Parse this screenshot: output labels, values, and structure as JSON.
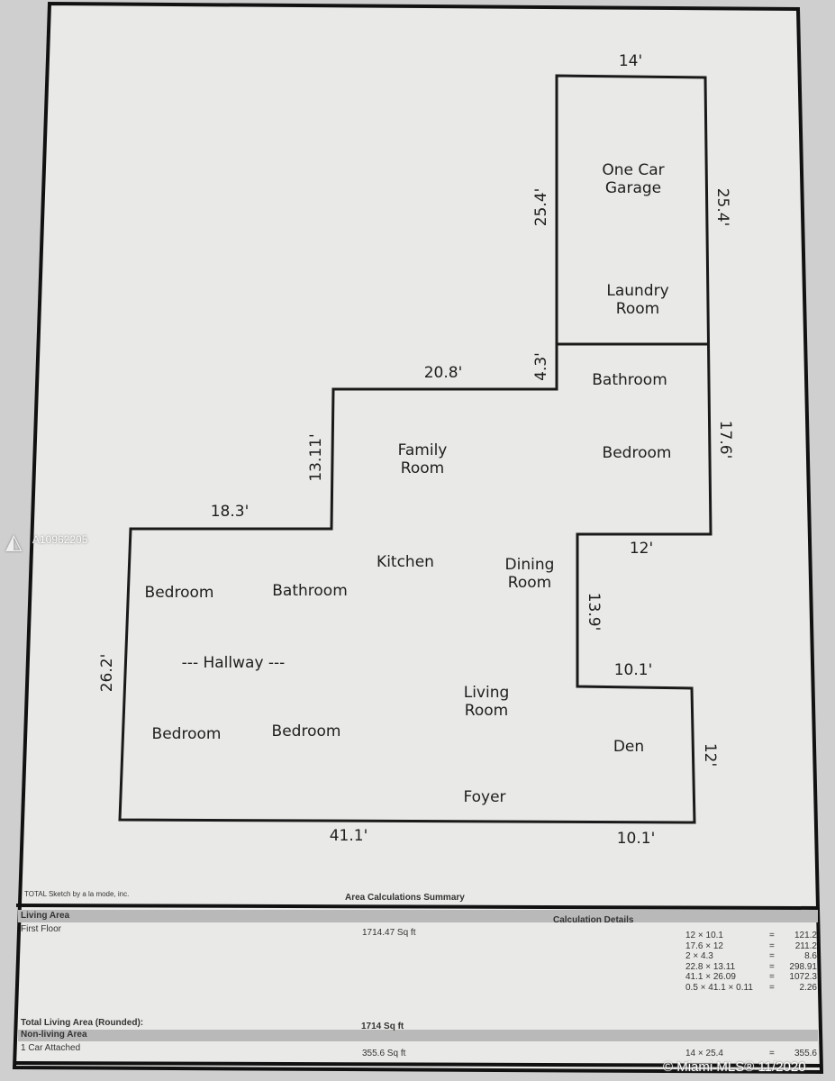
{
  "plan": {
    "rooms": {
      "garage_line1": "One Car",
      "garage_line2": "Garage",
      "laundry_line1": "Laundry",
      "laundry_line2": "Room",
      "bathroom_east": "Bathroom",
      "bedroom_east": "Bedroom",
      "family_line1": "Family",
      "family_line2": "Room",
      "kitchen": "Kitchen",
      "dining_line1": "Dining",
      "dining_line2": "Room",
      "bedroom_nw": "Bedroom",
      "bathroom_west": "Bathroom",
      "hallway": "--- Hallway ---",
      "bedroom_sw": "Bedroom",
      "bedroom_s": "Bedroom",
      "living_line1": "Living",
      "living_line2": "Room",
      "den": "Den",
      "foyer": "Foyer"
    },
    "dimensions": {
      "garage_top": "14'",
      "garage_left": "25.4'",
      "garage_right": "25.4'",
      "step_left": "4.3'",
      "family_top": "20.8'",
      "east_right": "17.6'",
      "family_left": "13.11'",
      "west_top": "18.3'",
      "notch_top": "12'",
      "notch_left": "13.9'",
      "notch_bottom": "10.1'",
      "west_left": "26.2'",
      "den_right": "12'",
      "bottom_main": "41.1'",
      "bottom_den": "10.1'"
    }
  },
  "summary": {
    "credit": "TOTAL Sketch by a la mode, inc.",
    "title": "Area Calculations Summary",
    "living_area_header": "Living Area",
    "calc_details_header": "Calculation Details",
    "first_floor_label": "First Floor",
    "first_floor_area": "1714.47 Sq ft",
    "calculations": [
      {
        "expr": "12 × 10.1",
        "eq": "=",
        "result": "121.2"
      },
      {
        "expr": "17.6 × 12",
        "eq": "=",
        "result": "211.2"
      },
      {
        "expr": "2 × 4.3",
        "eq": "=",
        "result": "8.6"
      },
      {
        "expr": "22.8 × 13.11",
        "eq": "=",
        "result": "298.91"
      },
      {
        "expr": "41.1 × 26.09",
        "eq": "=",
        "result": "1072.3"
      },
      {
        "expr": "0.5 × 41.1 × 0.11",
        "eq": "=",
        "result": "2.26"
      }
    ],
    "total_label": "Total Living Area (Rounded):",
    "total_value": "1714 Sq ft",
    "non_living_header": "Non-living Area",
    "garage_label": "1 Car Attached",
    "garage_area": "355.6 Sq ft",
    "garage_calc": {
      "expr": "14 × 25.4",
      "eq": "=",
      "result": "355.6"
    }
  },
  "watermarks": {
    "listing_id": "A10962205",
    "copyright": "© Miami MLS® 11/2020"
  }
}
